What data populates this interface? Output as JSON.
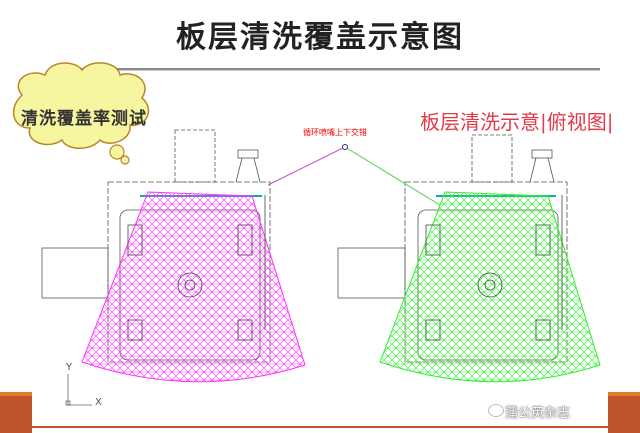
{
  "slide": {
    "title": "板层清洗覆盖示意图",
    "callout": "清洗覆盖率测试",
    "view_label": "板层清洗示意|俯视图|",
    "annotation": "循环喷嘴上下交错",
    "axis_y": "Y",
    "axis_x": "X",
    "watermark": "蒲公英杂志"
  },
  "colors": {
    "left_spray": "#ff33ff",
    "right_spray": "#33ff33",
    "accent_bar": "#c0542a",
    "callout_fill": "#f6f6a0"
  }
}
